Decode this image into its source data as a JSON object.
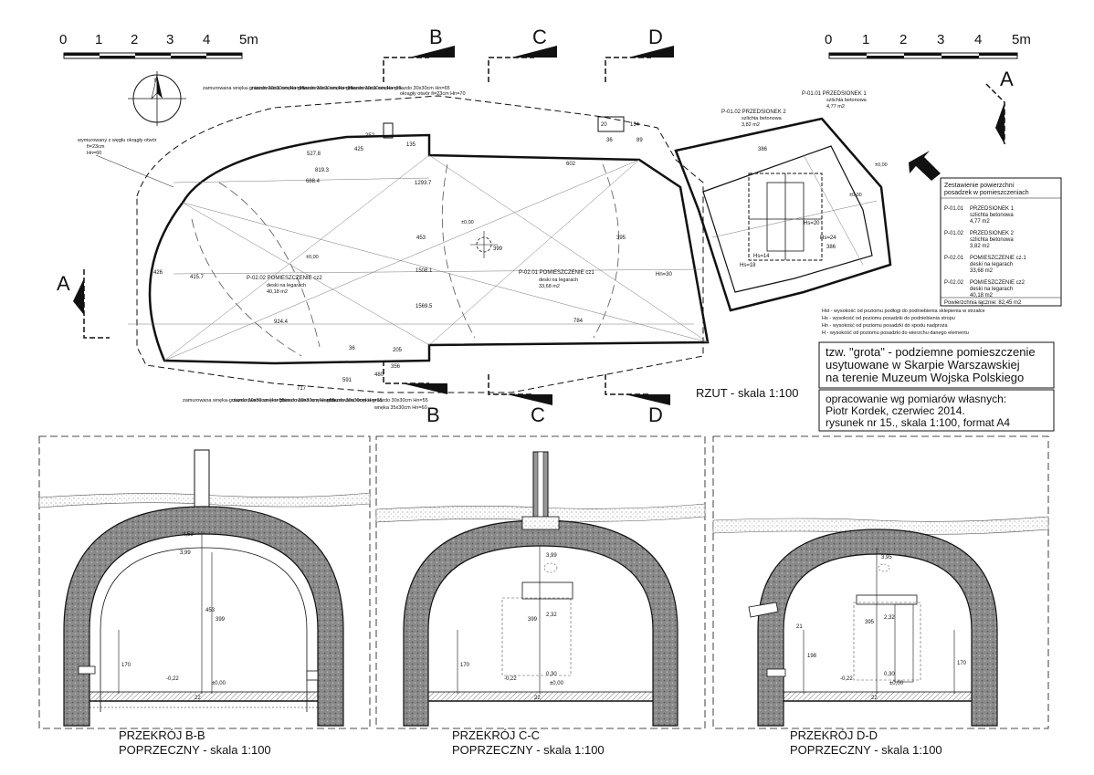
{
  "scale_bars": {
    "left": [
      "0",
      "1",
      "2",
      "3",
      "4",
      "5m"
    ],
    "right": [
      "0",
      "1",
      "2",
      "3",
      "4",
      "5m"
    ]
  },
  "section_markers": {
    "A": "A",
    "B": "B",
    "C": "C",
    "D": "D"
  },
  "compass_label": "N",
  "plan": {
    "caption": "RZUT  - skala 1:100",
    "zone_left": "P-02.02 POMIESZCZENIE cz2",
    "zone_left_sub": "deski na legarach",
    "zone_left_area": "40,18  m2",
    "zone_mid": "P-02.01 POMIESZCZENIE cz1",
    "zone_mid_sub": "deski na legarach",
    "zone_mid_area": "33,68  m2",
    "entry1": "P-01.01 PRZEDSIONEK 1",
    "entry1_sub": "szlichta betonowa",
    "entry1_area": "4,77  m2",
    "entry2": "P-01.02 PRZEDSIONEK 2",
    "entry2_sub": "szlichta betonowa",
    "entry2_area": "3,82  m2",
    "level_zero": "±0,00",
    "wall_note_1": "wymurowany z węgłu okrągły otwór",
    "wall_note_1b": "fi=23cm",
    "wall_note_1c": "Hn=60",
    "niche_top": [
      "zamurowana wnęka-gniazdo 30x30cm Hn=65",
      "zamurowana wnęka-gniazdo 30x30cm Hn=65",
      "zamurowana wnęka-gniazdo 30x30cm Hn=65",
      "zamurowana wnęka-gniazdo 30x30cm Hn=65"
    ],
    "hole_top": "okrągły otwór fi=23cm Hn=70",
    "niche_bottom": [
      "zamurowana wnęka-gniazdo 30x30cm Hn=55",
      "zamurowana wnęka-gniazdo 30x30cm Hn=55",
      "zamurowana wnęka-gniazdo 30x30cm Hn=65",
      "zamurowana wnęka-gniazdo 30x30cm Hn=55",
      "wnęka 35x30cm Hn=60"
    ],
    "dims": [
      "252",
      "135",
      "527.8",
      "425",
      "602",
      "134",
      "20",
      "36",
      "89",
      "819.3",
      "1293.7",
      "688.4",
      "1508.1",
      "1569.5",
      "924.4",
      "784",
      "591",
      "717",
      "480",
      "356",
      "36",
      "205",
      "386",
      "386",
      "453",
      "399",
      "395",
      "426",
      "415.7",
      "Hn=30",
      "Hs=24",
      "Hs=20",
      "Hs=14",
      "Hs=18"
    ]
  },
  "legend": {
    "title_line1": "Zestawienie powierzchni",
    "title_line2": "posadzek w pomieszczeniach",
    "items": [
      {
        "code": "P-01.01",
        "name": "PRZEDSIONEK 1",
        "sub": "szlichta betonowa",
        "area": "4,77  m2"
      },
      {
        "code": "P-01.02",
        "name": "PRZEDSIONEK 2",
        "sub": "szlichta betonowa",
        "area": "3,82  m2"
      },
      {
        "code": "P-02.01",
        "name": "POMIESZCZENIE cz.1",
        "sub": "deski na legarach",
        "area": "33,68  m2"
      },
      {
        "code": "P-02.02",
        "name": "POMIESZCZENIE cz2",
        "sub": "deski na legarach",
        "area": "40,18  m2"
      }
    ],
    "total": "Powierzchnia łącznie: 82,45 m2"
  },
  "notes": [
    "Hst  - wysokość od poziomu podłogi do podniebienia sklepienia w strzałce",
    "Hs  - wysokość od poziomu posadzki do podniebienia stropu",
    "Hn  - wysokość od poziomu posadzki do spodu nadproża",
    "H  - wysokość od poziomu posadzki do wierzchu danego elementu"
  ],
  "title_block": {
    "line1": "tzw. \"grota\" - podziemne pomieszczenie",
    "line2": "usytuowane w Skarpie Warszawskiej",
    "line3": "na terenie Muzeum Wojska Polskiego",
    "line4": "opracowanie wg pomiarów własnych:",
    "line5": "Piotr Kordek, czerwiec 2014.",
    "line6": "rysunek nr 15.,  skala 1:100,  format A4"
  },
  "sections": [
    {
      "caption1": "PRZEKRÓJ  B-B",
      "caption2": "POPRZECZNY - skala 1:100",
      "levels": [
        "4,53",
        "3,99",
        "-0,22",
        "±0,00"
      ],
      "dims": [
        "453",
        "399",
        "170",
        "22"
      ]
    },
    {
      "caption1": "PRZEKRÓJ  C-C",
      "caption2": "POPRZECZNY - skala 1:100",
      "levels": [
        "3,99",
        "2,32",
        "-0,22",
        "0,30",
        "±0,00"
      ],
      "dims": [
        "399",
        "170",
        "22"
      ]
    },
    {
      "caption1": "PRZEKRÓJ  D-D",
      "caption2": "POPRZECZNY - skala 1:100",
      "levels": [
        "3,95",
        "2,32",
        "-0,22",
        "0,30",
        "±0,00"
      ],
      "dims": [
        "395",
        "198",
        "170",
        "22",
        "21"
      ]
    }
  ]
}
